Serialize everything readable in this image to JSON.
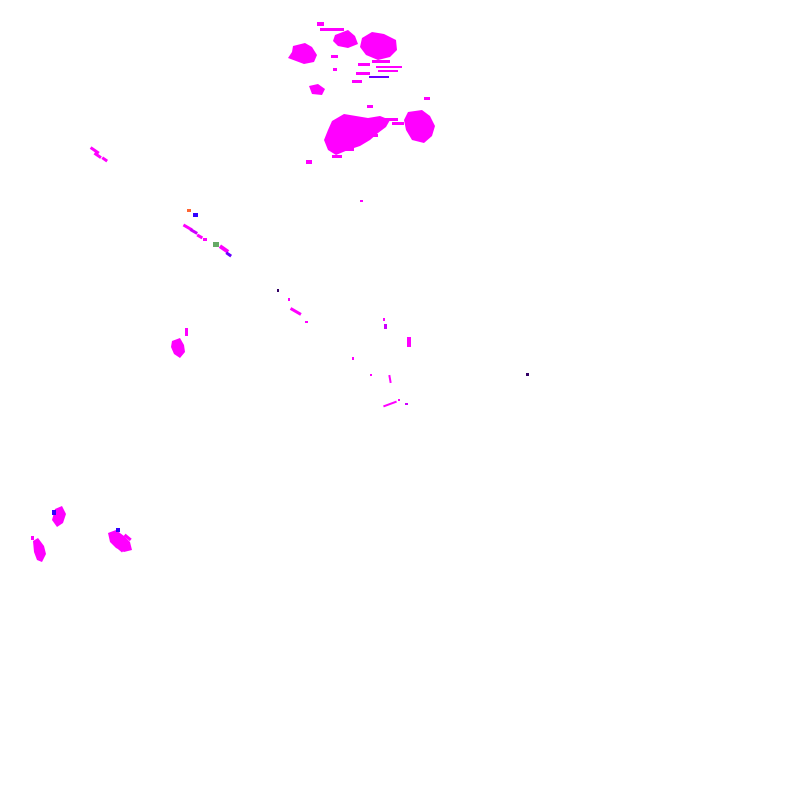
{
  "map": {
    "background": "#ffffff",
    "colors": {
      "primary": "#ff00ff",
      "secondary": "#cc00ff",
      "accent_blue": "#3300ff",
      "accent_green": "#66aa66",
      "accent_orange": "#ff6633",
      "dark_point": "#330066"
    },
    "features": [
      "patch-cluster-north",
      "patch-west-streaks",
      "patch-diagonal-line",
      "patch-center-left",
      "patch-center-sparse",
      "patch-southwest"
    ]
  }
}
